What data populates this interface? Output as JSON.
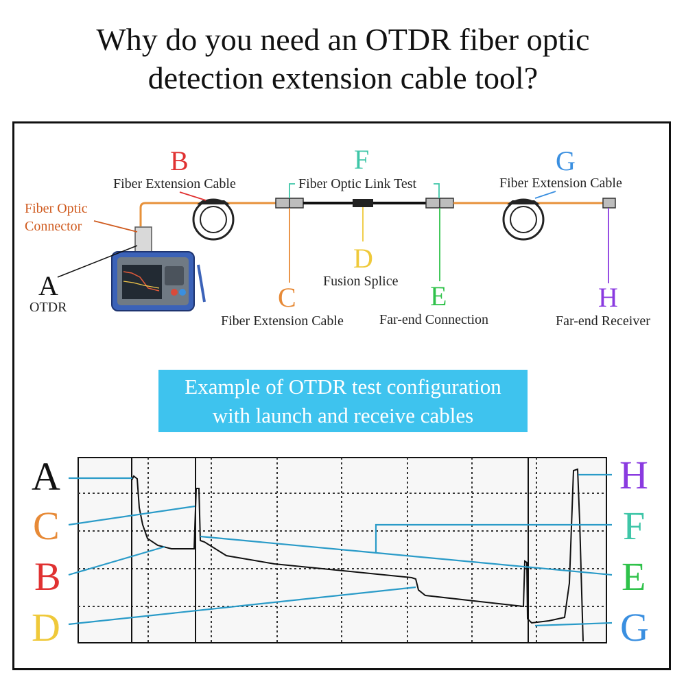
{
  "title": {
    "line1": "Why do you need an OTDR fiber optic",
    "line2": "detection extension cable tool?"
  },
  "colors": {
    "red": "#e03232",
    "orange": "#e78a37",
    "yellow": "#efc93a",
    "teal": "#3fc6a8",
    "green": "#2fc24a",
    "blue": "#3a8fe0",
    "purple": "#8a3ae0",
    "dark_orange": "#cf5a1e",
    "banner": "#3ec3ee",
    "trace_leader": "#2a9bc8"
  },
  "setup": {
    "connector_label": "Fiber Optic Connector",
    "connector_line1": "Fiber Optic",
    "connector_line2": "Connector",
    "A": {
      "letter": "A",
      "desc": "OTDR"
    },
    "B": {
      "letter": "B",
      "desc": "Fiber Extension Cable"
    },
    "C": {
      "letter": "C",
      "desc": "Fiber Extension Cable"
    },
    "D": {
      "letter": "D",
      "desc": "Fusion Splice"
    },
    "E": {
      "letter": "E",
      "desc": "Far-end Connection"
    },
    "F": {
      "letter": "F",
      "desc": "Fiber Optic Link Test"
    },
    "G": {
      "letter": "G",
      "desc": "Fiber Extension Cable"
    },
    "H": {
      "letter": "H",
      "desc": "Far-end Receiver"
    }
  },
  "banner": {
    "line1": "Example of OTDR test configuration",
    "line2": "with launch and receive cables"
  },
  "trace_labels": {
    "left": [
      "A",
      "C",
      "B",
      "D"
    ],
    "right": [
      "H",
      "F",
      "E",
      "G"
    ]
  }
}
